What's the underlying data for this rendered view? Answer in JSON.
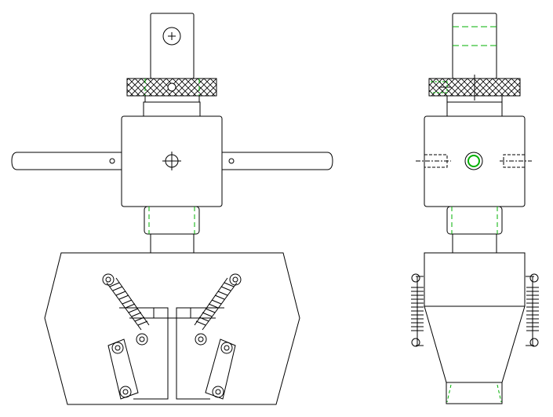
{
  "drawing": {
    "views": [
      {
        "id": "front-view",
        "parts": [
          "shaft",
          "knurled-nut",
          "collar",
          "body-block",
          "handle-left",
          "handle-right",
          "center-mark",
          "threaded-neck",
          "jaw-housing",
          "springs",
          "levers",
          "jaw-faces"
        ]
      },
      {
        "id": "side-view",
        "parts": [
          "shaft",
          "knurled-nut",
          "collar",
          "body-block",
          "hidden-bores",
          "center-hole",
          "threaded-neck",
          "jaw-housing",
          "springs",
          "wedge-taper"
        ]
      }
    ],
    "colors": {
      "line": "#000000",
      "hidden_line": "#00b000",
      "background": "#ffffff"
    }
  }
}
